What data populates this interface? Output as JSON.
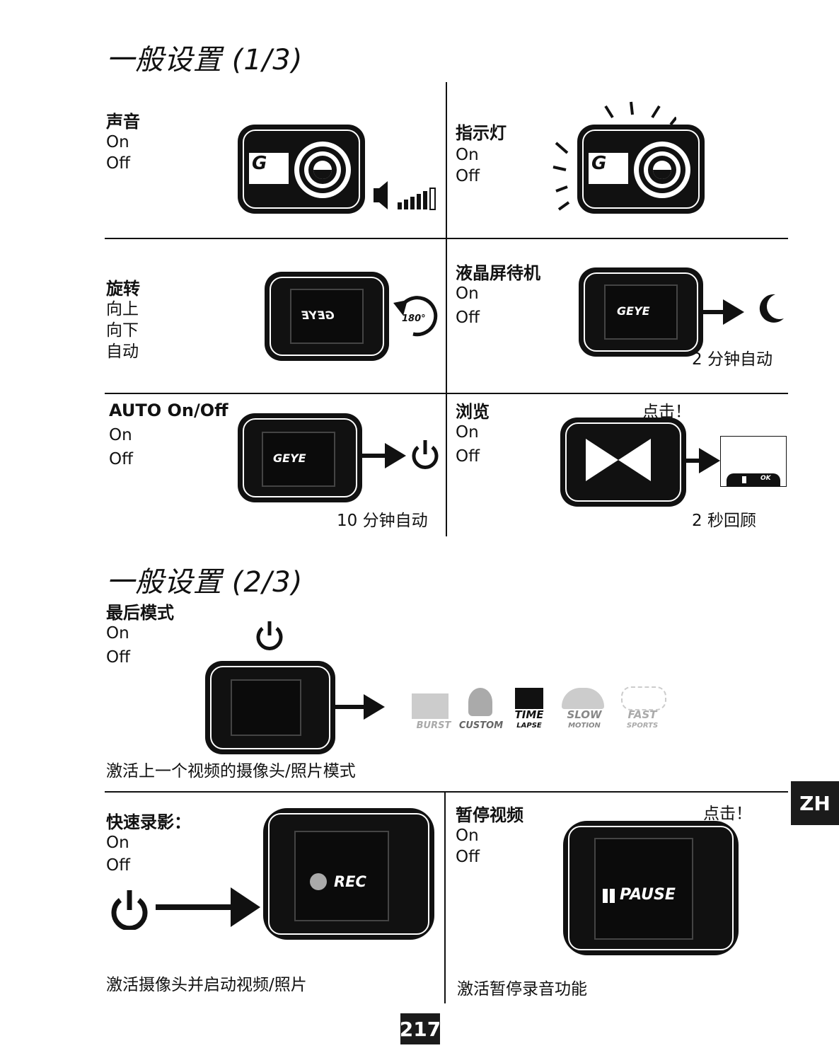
{
  "section1": {
    "title": "一般设置 (1/3)"
  },
  "section2": {
    "title": "一般设置 (2/3)"
  },
  "sound": {
    "label": "声音",
    "on": "On",
    "off": "Off"
  },
  "indicator": {
    "label": "指示灯",
    "on": "On",
    "off": "Off"
  },
  "rotation": {
    "label": "旋转",
    "up": "向上",
    "down": "向下",
    "auto": "自动",
    "angle": "180°",
    "screen": "GEYE"
  },
  "lcd": {
    "label": "液晶屏待机",
    "on": "On",
    "off": "Off",
    "note": "2 分钟自动",
    "screen": "GEYE"
  },
  "auto_off": {
    "label": "AUTO On/Off",
    "on": "On",
    "off": "Off",
    "note": "10 分钟自动",
    "screen": "GEYE"
  },
  "browse": {
    "label": "浏览",
    "on": "On",
    "off": "Off",
    "tap": "点击！",
    "note": "2 秒回顾",
    "ok": "OK"
  },
  "last_mode": {
    "label": "最后模式",
    "on": "On",
    "off": "Off",
    "caption": "激活上一个视频的摄像头/照片模式",
    "modes": [
      {
        "line1": "BURST",
        "line2": ""
      },
      {
        "line1": "CUSTOM",
        "line2": ""
      },
      {
        "line1": "TIME",
        "line2": "LAPSE"
      },
      {
        "line1": "SLOW",
        "line2": "MOTION"
      },
      {
        "line1": "FAST",
        "line2": "SPORTS"
      }
    ]
  },
  "quick_rec": {
    "label": "快速录影：",
    "on": "On",
    "off": "Off",
    "screen": "REC",
    "caption": "激活摄像头并启动视频/照片"
  },
  "pause_video": {
    "label": "暂停视频",
    "on": "On",
    "off": "Off",
    "tap": "点击！",
    "screen": "PAUSE",
    "caption": "激活暂停录音功能"
  },
  "lang": "ZH",
  "page": "217"
}
